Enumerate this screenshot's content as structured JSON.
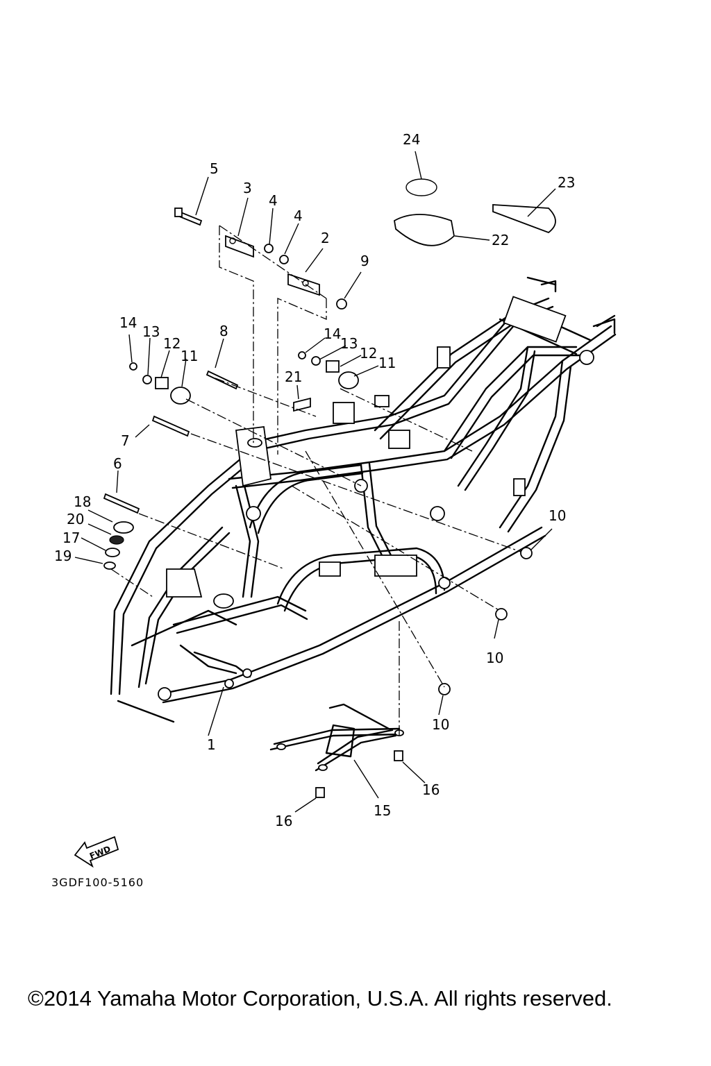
{
  "callouts": [
    "1",
    "2",
    "3",
    "4",
    "4",
    "5",
    "6",
    "7",
    "8",
    "9",
    "10",
    "10",
    "10",
    "11",
    "11",
    "12",
    "12",
    "13",
    "13",
    "14",
    "14",
    "15",
    "16",
    "16",
    "17",
    "18",
    "19",
    "20",
    "21",
    "22",
    "23",
    "24"
  ],
  "fwd_arrow_label": "FWD",
  "diagram_code": "3GDF100-5160",
  "copyright": "©2014 Yamaha Motor Corporation, U.S.A. All rights reserved."
}
